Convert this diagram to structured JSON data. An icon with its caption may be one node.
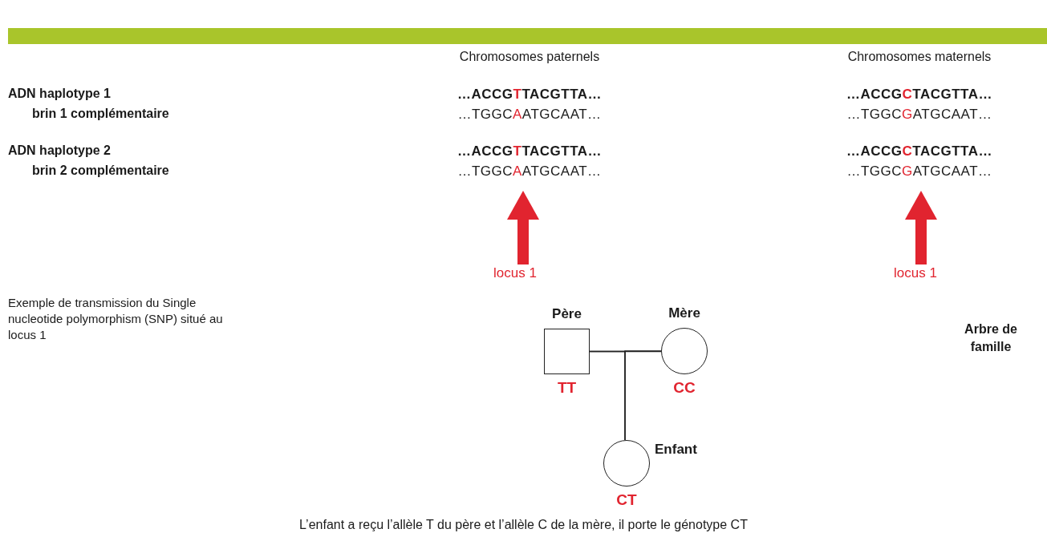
{
  "diagram": {
    "caption": "L’enfant a reçu l’allèle T du père et l’allèle C de la mère, il porte le génotype CT",
    "nodes": [
      {
        "text": [
          "locus 1"
        ]
      },
      {
        "text": [
          "locus 1"
        ]
      },
      {
        "text": [
          "Père"
        ],
        "beside": [
          "TT"
        ]
      },
      {
        "text": [
          "Mère"
        ],
        "beside": [
          "CC"
        ]
      },
      {
        "text": [
          "Enfant"
        ],
        "beside": [
          "CT"
        ]
      }
    ],
    "edges": [
      {
        "from": 0,
        "to": null,
        "arrow": "to",
        "style": "thick",
        "color": "#e1242f"
      },
      {
        "from": 1,
        "to": null,
        "arrow": "to",
        "style": "thick",
        "color": "#e1242f"
      },
      {
        "from": 2,
        "to": 3,
        "arrow": "none"
      },
      {
        "from": 2,
        "to": 4,
        "arrow": "none"
      },
      {
        "from": 3,
        "to": 4,
        "arrow": "none"
      }
    ],
    "labels": [
      "Chromosomes paternels",
      "Chromosomes maternels",
      "ADN haplotype 1",
      "…ACCGTTACGTTA…",
      "…ACCGCTACGTTA…",
      "brin 1 complémentaire",
      "…TGGCAATGCAAT…",
      "…TGGCGATGCAAT…",
      "ADN haplotype 2",
      "…ACCGTTACGTTA…",
      "…ACCGCTACGTTA…",
      "brin 2 complémentaire",
      "…TGGCAATGCAAT…",
      "…TGGCGATGCAAT…",
      "Exemple de transmission du Single nucleotide polymorphism (SNP) situé au locus 1",
      "Arbre de famille"
    ]
  }
}
